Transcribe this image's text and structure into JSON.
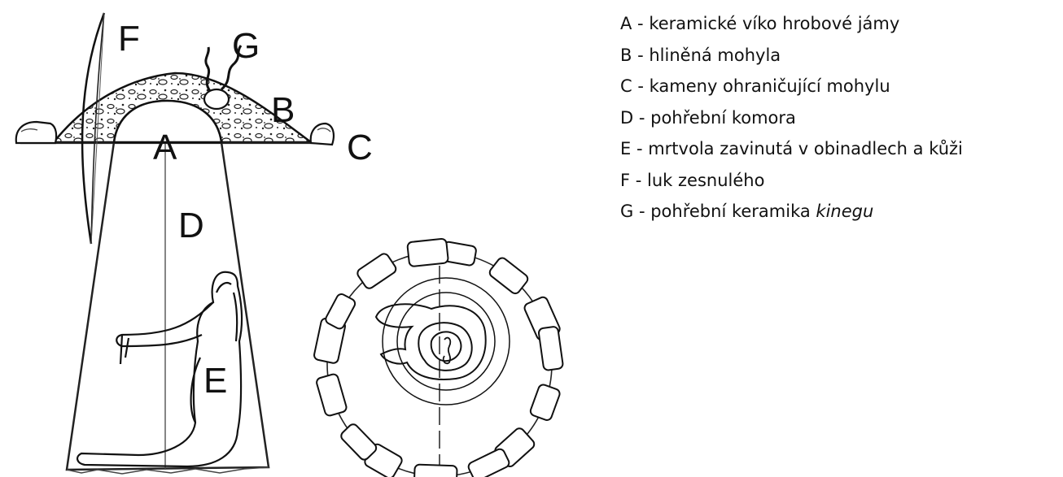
{
  "labels": {
    "a": "A",
    "b": "B",
    "c": "C",
    "d": "D",
    "e": "E",
    "f": "F",
    "g": "G"
  },
  "legend": [
    {
      "key": "A",
      "sep": " - ",
      "text": "keramické víko hrobové jámy",
      "em": ""
    },
    {
      "key": "B",
      "sep": " - ",
      "text": "hliněná mohyla",
      "em": ""
    },
    {
      "key": "C",
      "sep": " - ",
      "text": "kameny ohraničující mohylu",
      "em": ""
    },
    {
      "key": "D",
      "sep": " - ",
      "text": "pohřební komora",
      "em": ""
    },
    {
      "key": "E",
      "sep": " - ",
      "text": "mrtvola zavinutá v obinadlech a kůži",
      "em": ""
    },
    {
      "key": "F",
      "sep": " - ",
      "text": "luk zesnulého",
      "em": ""
    },
    {
      "key": "G",
      "sep": " - ",
      "text": "pohřební keramika ",
      "em": "kinegu"
    }
  ]
}
